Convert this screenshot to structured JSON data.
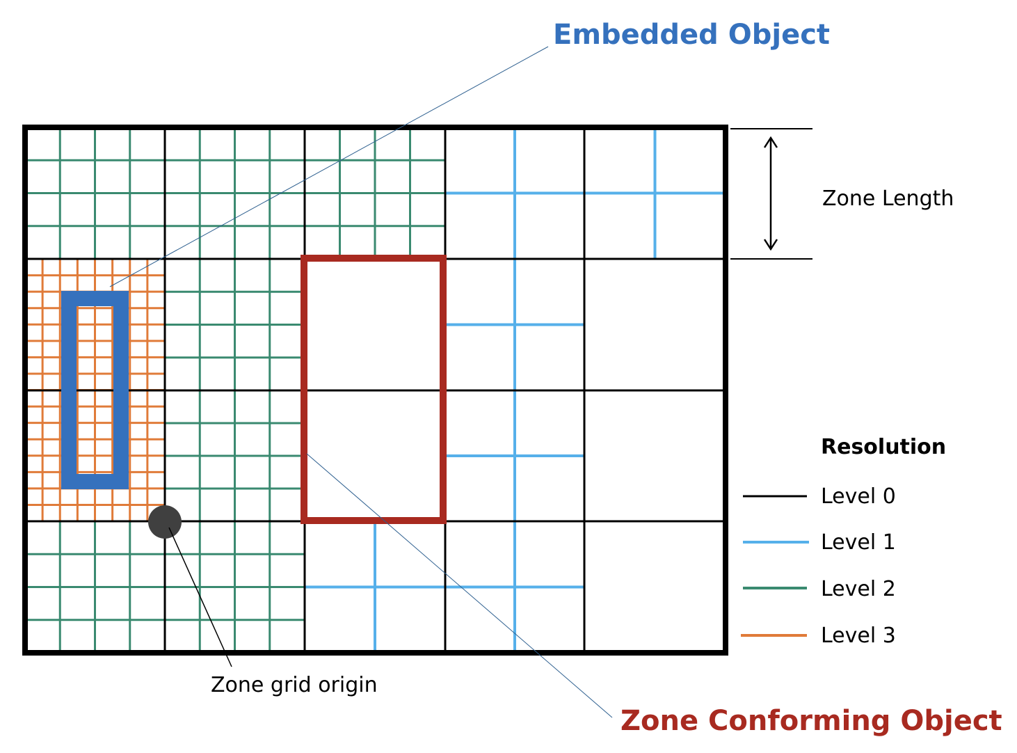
{
  "labels": {
    "embedded_object": "Embedded Object",
    "zone_conforming_object": "Zone Conforming Object",
    "zone_length": "Zone Length",
    "zone_grid_origin": "Zone grid origin"
  },
  "legend": {
    "title": "Resolution",
    "items": [
      {
        "label": "Level 0",
        "color": "#000000"
      },
      {
        "label": "Level 1",
        "color": "#56b0ea"
      },
      {
        "label": "Level 2",
        "color": "#3a8a70"
      },
      {
        "label": "Level 3",
        "color": "#e07b39"
      }
    ]
  },
  "colors": {
    "embedded_object": "#3571bd",
    "zone_conforming_object": "#a82a20",
    "origin_marker": "#404040"
  }
}
